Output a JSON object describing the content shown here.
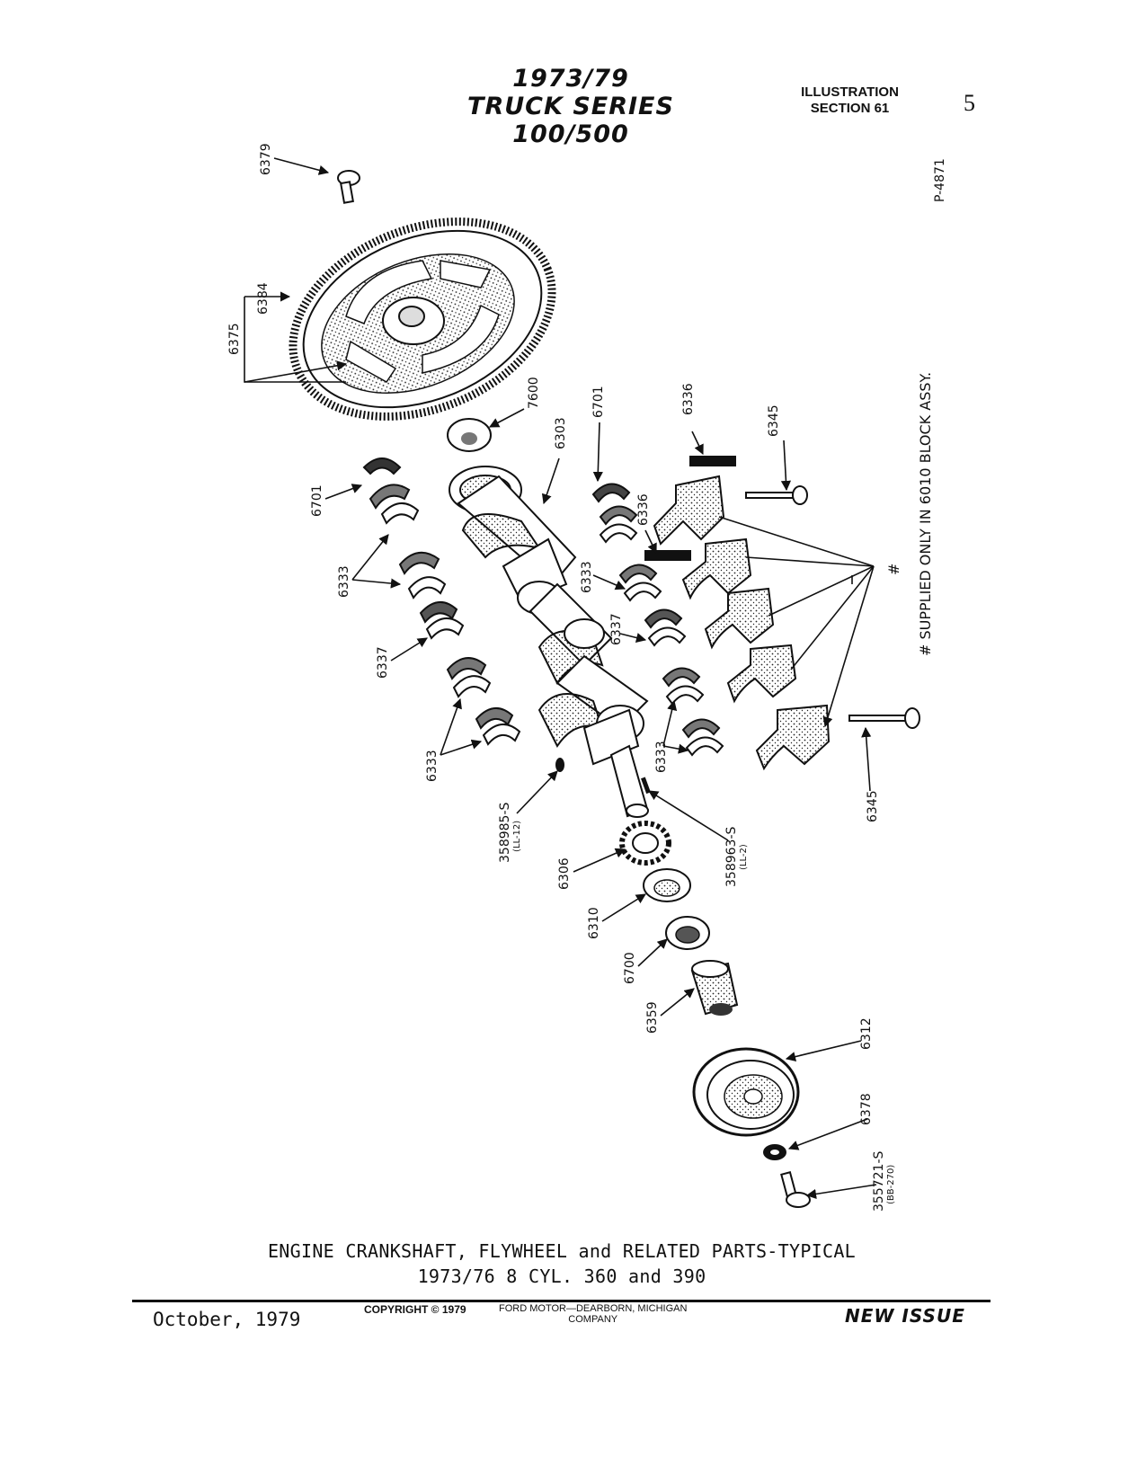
{
  "header": {
    "title_line1": "1973/79",
    "title_line2": "TRUCK SERIES 100/500",
    "illustration_label": "ILLUSTRATION",
    "section_label": "SECTION 61",
    "page_number": "5"
  },
  "figure": {
    "figure_code": "P-4871",
    "side_note": "# SUPPLIED ONLY IN 6010 BLOCK ASSY.",
    "hash_mark": "#",
    "part_numbers": {
      "p6379": "6379",
      "p6384": "6384",
      "p6375": "6375",
      "p7600": "7600",
      "p6303": "6303",
      "p6701_top": "6701",
      "p6336_top": "6336",
      "p6345_top": "6345",
      "p6701_left": "6701",
      "p6336_mid": "6336",
      "p6333_left_upper": "6333",
      "p6333_mid": "6333",
      "p6337_left": "6337",
      "p6337_mid": "6337",
      "p6333_left_lower": "6333",
      "p6333_right_lower": "6333",
      "p6345_bottom": "6345",
      "p358985": "358985-S",
      "p358985_sub": "(LL-12)",
      "p358963": "358963-S",
      "p358963_sub": "(LL-2)",
      "p6306": "6306",
      "p6310": "6310",
      "p6700": "6700",
      "p6359": "6359",
      "p6312": "6312",
      "p6378": "6378",
      "p355721": "355721-S",
      "p355721_sub": "(BB-270)"
    }
  },
  "caption": {
    "line1": "ENGINE CRANKSHAFT, FLYWHEEL and RELATED PARTS-TYPICAL",
    "line2": "1973/76 8 CYL. 360 and 390"
  },
  "footer": {
    "date": "October, 1979",
    "copyright": "COPYRIGHT © 1979",
    "company_line1": "FORD MOTOR—DEARBORN, MICHIGAN",
    "company_line2": "COMPANY",
    "issue": "NEW ISSUE"
  }
}
